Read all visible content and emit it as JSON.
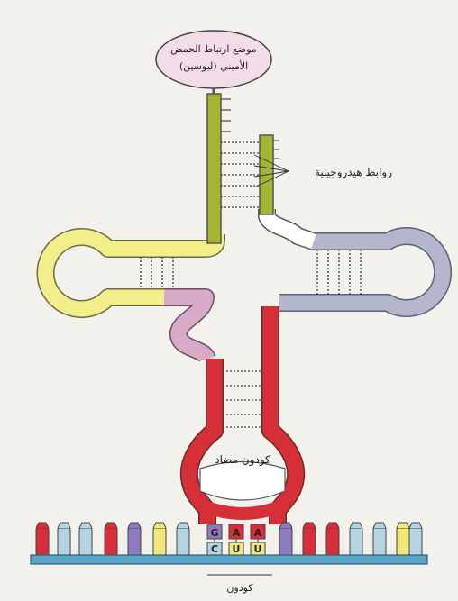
{
  "labels": {
    "attachment_line1": "موضع ارتباط الحمض",
    "attachment_line2": "الأميني (ليوسين)",
    "hydrogen_bonds": "روابط هيدروجينية",
    "anticodon": "كودون مضاد",
    "codon": "كودون"
  },
  "anticodon_bases": [
    "G",
    "A",
    "A"
  ],
  "codon_bases": [
    "C",
    "U",
    "U"
  ],
  "colors": {
    "acceptor_arm": "#a7b433",
    "d_loop": "#f2ee8a",
    "t_loop": "#b3b6cc",
    "anticodon_arm": "#d62f38",
    "variable_loop": "#d9a9c8",
    "mrna": "#5aa5c5",
    "ellipse_fill": "#f2dce8"
  },
  "mrna_bases": [
    {
      "color": "#d92e3a"
    },
    {
      "color": "#b5d4e2"
    },
    {
      "color": "#b5d4e2"
    },
    {
      "color": "#d92e3a"
    },
    {
      "color": "#8e7bbf"
    },
    {
      "color": "#f0e97a"
    },
    {
      "color": "#b5d4e2"
    },
    {
      "color": "#8e7bbf"
    },
    {
      "color": "#d92e3a"
    },
    {
      "color": "#d92e3a"
    },
    {
      "color": "#b5d4e2"
    },
    {
      "color": "#b5d4e2"
    },
    {
      "color": "#f0e97a"
    },
    {
      "color": "#b5d4e2"
    },
    {
      "color": "#f0e97a"
    },
    {
      "color": "#8e7bbf"
    }
  ]
}
